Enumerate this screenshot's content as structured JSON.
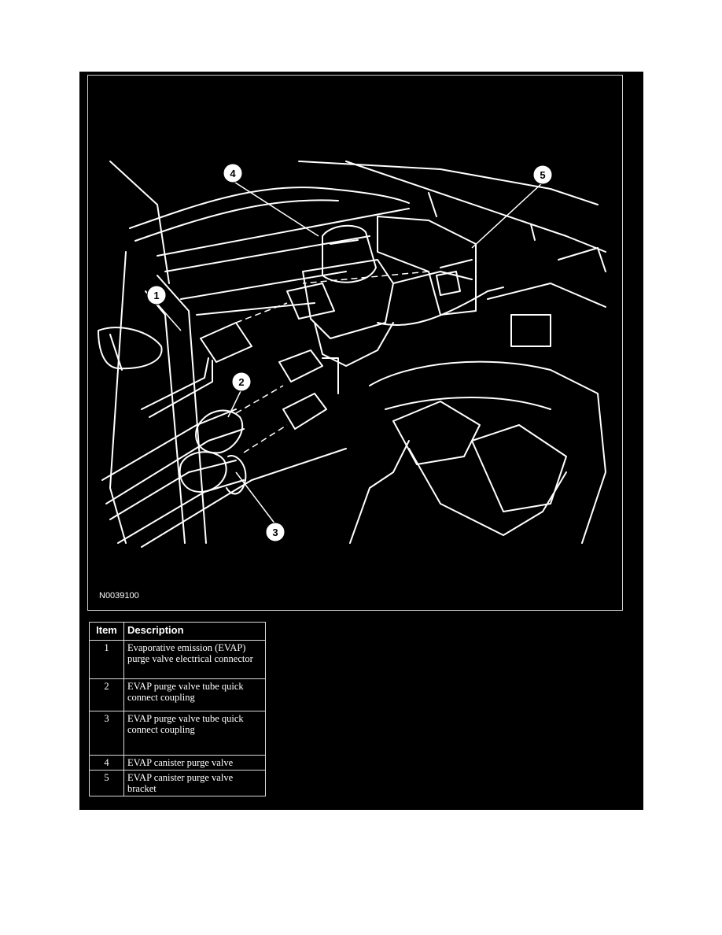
{
  "figure": {
    "id_label": "N0039100",
    "callouts": [
      "1",
      "2",
      "3",
      "4",
      "5"
    ]
  },
  "legend": {
    "headers": {
      "item": "Item",
      "description": "Description"
    },
    "rows": [
      {
        "item": "1",
        "description": "Evaporative emission (EVAP) purge valve electrical connector"
      },
      {
        "item": "2",
        "description": "EVAP purge valve tube quick connect coupling"
      },
      {
        "item": "3",
        "description": "EVAP purge valve tube quick connect coupling"
      },
      {
        "item": "4",
        "description": "EVAP canister purge valve"
      },
      {
        "item": "5",
        "description": "EVAP canister purge valve bracket"
      }
    ]
  },
  "colors": {
    "background": "#000000",
    "line_art": "#ffffff",
    "border": "#d9d9d9"
  }
}
